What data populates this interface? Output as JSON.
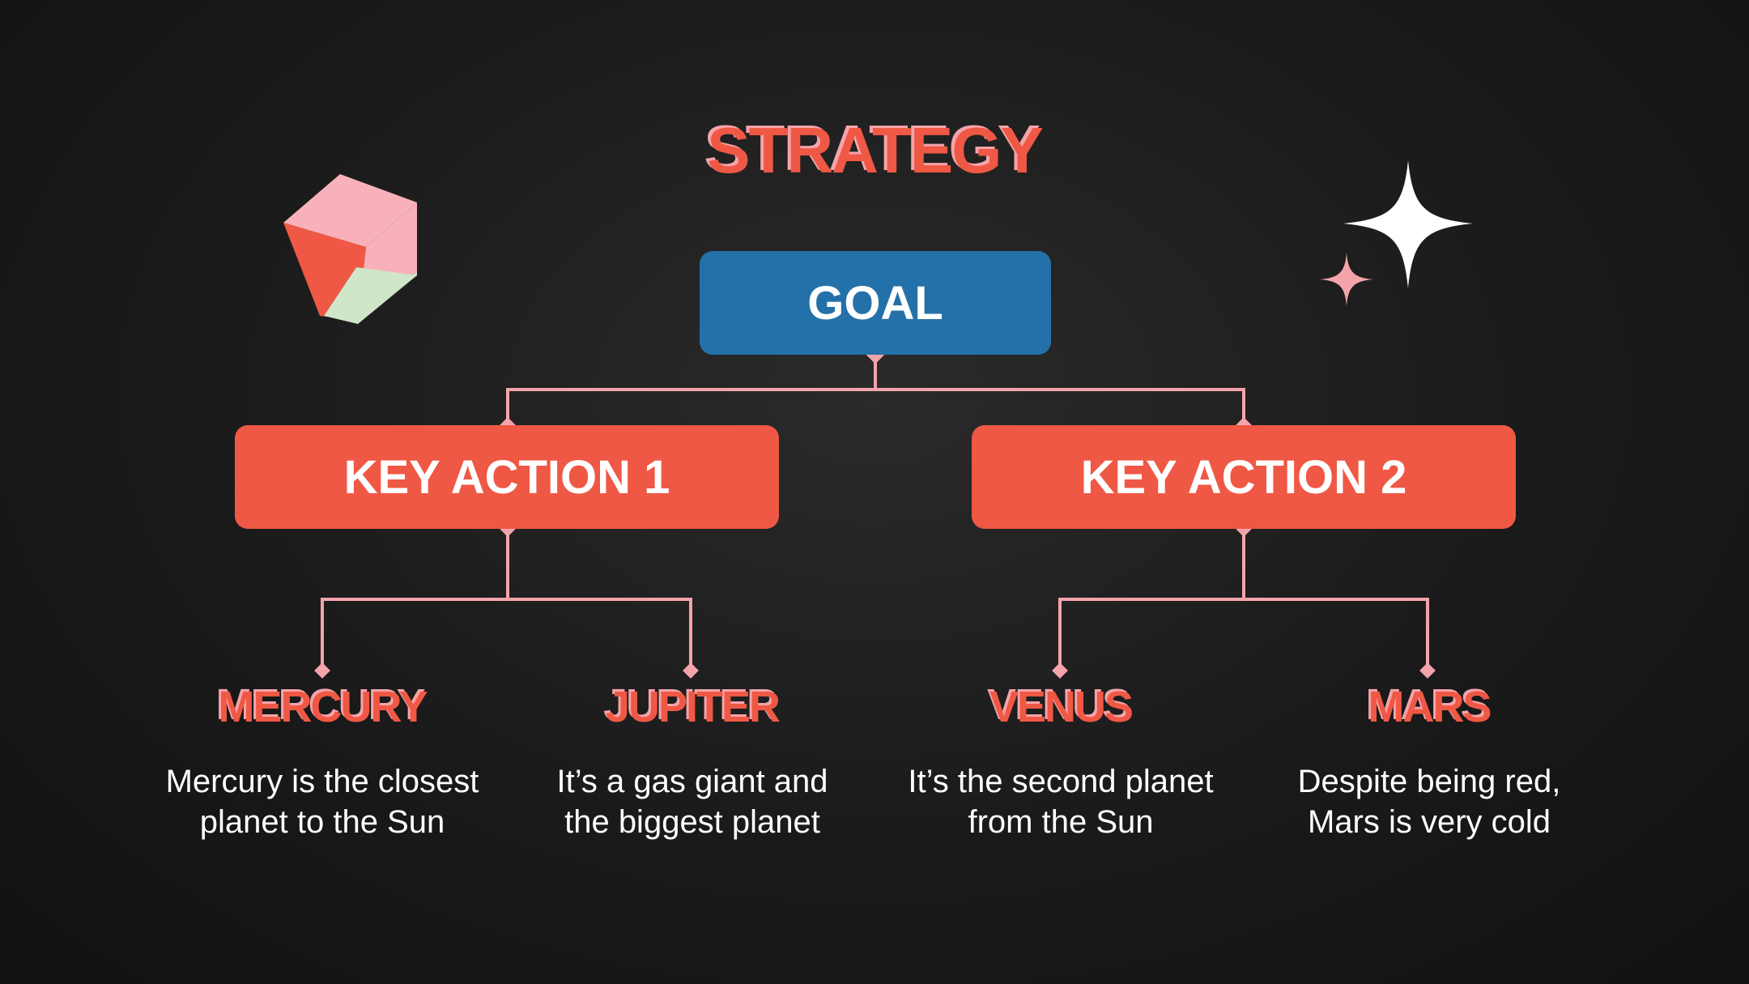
{
  "title": "STRATEGY",
  "goal": {
    "label": "GOAL"
  },
  "actions": [
    {
      "label": "KEY ACTION 1"
    },
    {
      "label": "KEY ACTION 2"
    }
  ],
  "items": [
    {
      "title": "MERCURY",
      "line1": "Mercury is the closest",
      "line2": "planet to the Sun"
    },
    {
      "title": "JUPITER",
      "line1": "It’s a gas giant and",
      "line2": "the biggest planet"
    },
    {
      "title": "VENUS",
      "line1": "It’s the second planet",
      "line2": "from the Sun"
    },
    {
      "title": "MARS",
      "line1": "Despite being red,",
      "line2": "Mars is very cold"
    }
  ],
  "colors": {
    "accent_red": "#ef5844",
    "accent_pink": "#f3a4ab",
    "goal_blue": "#2471a9",
    "connector": "#f3a4ab",
    "cube_green": "#cfe6c9",
    "background": "#1a1a1a"
  },
  "icons": {
    "cube": "cube-icon",
    "sparkle": "sparkle-icon"
  }
}
